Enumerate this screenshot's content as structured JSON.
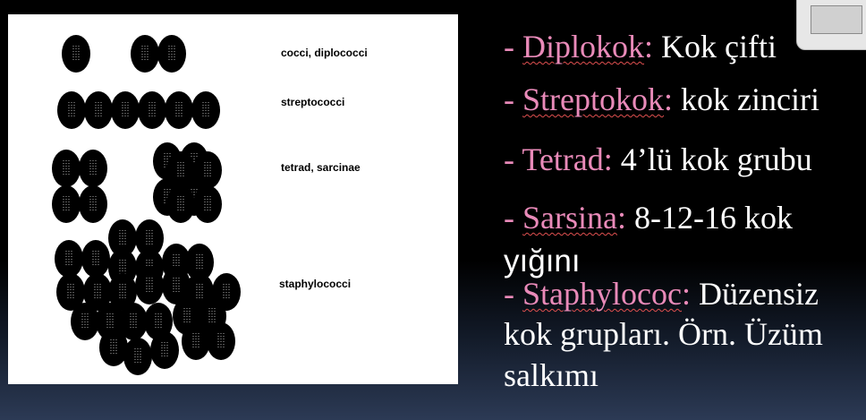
{
  "figure": {
    "labels": {
      "cocci": "cocci, diplococci",
      "strepto": "streptococci",
      "tetrad": "tetrad, sarcinae",
      "staph": "staphylococci"
    }
  },
  "bullets": {
    "diplokok": {
      "dash": "- ",
      "term": "Diplokok",
      "colon": ":",
      "desc": " Kok çifti"
    },
    "streptokok": {
      "dash": "- ",
      "term": "Streptokok",
      "colon": ":",
      "desc": " kok zinciri"
    },
    "tetrad": {
      "dash": "- ",
      "term": "Tetrad",
      "colon": ":",
      "desc": " 4’lü kok grubu"
    },
    "sarsina": {
      "dash": "- ",
      "term": "Sarsina",
      "colon": ":",
      "desc": " 8-12-16 kok",
      "line2": "yığını"
    },
    "staphylococ": {
      "dash": "- ",
      "term": "Staphylococ",
      "colon": ":",
      "desc": " Düzensiz",
      "line2": "kok grupları. Örn. Üzüm",
      "line3": "salkımı"
    }
  },
  "colors": {
    "term": "#e98ab9",
    "text": "#ffffff",
    "background": "#000000"
  }
}
